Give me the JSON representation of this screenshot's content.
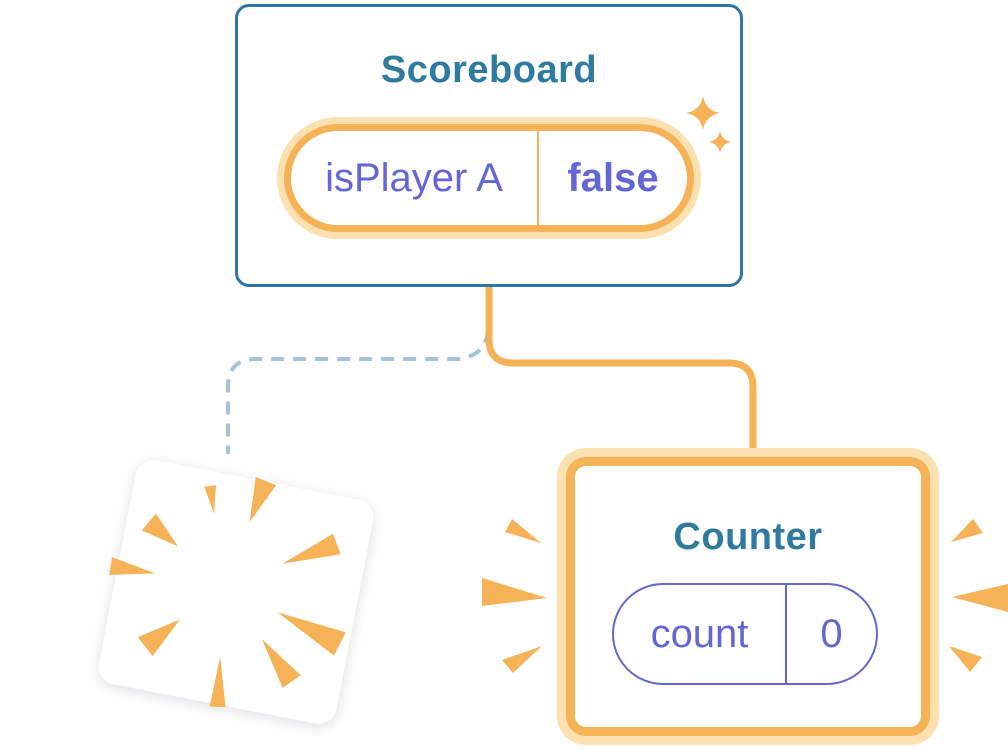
{
  "background_color": "#FFFFFF",
  "scoreboard": {
    "title": "Scoreboard",
    "state_key": "isPlayer A",
    "state_value": "false"
  },
  "counter": {
    "title": "Counter",
    "state_key": "count",
    "state_value": "0"
  },
  "colors": {
    "card_border_blue": "#2E75A6",
    "component_title_teal": "#2F7BA0",
    "state_text_purple": "#6366D4",
    "highlight_orange": "#F6B256",
    "highlight_orange_pale": "#FCE0AF",
    "dashed_connector_blue": "#A4C2D8",
    "card_background": "#FFFFFF"
  },
  "icons": {
    "sparkle": "sparkle-icon",
    "burst": "burst-icon",
    "dashed_connector": "dashed-connector-line",
    "solid_connector": "active-connector-line"
  }
}
